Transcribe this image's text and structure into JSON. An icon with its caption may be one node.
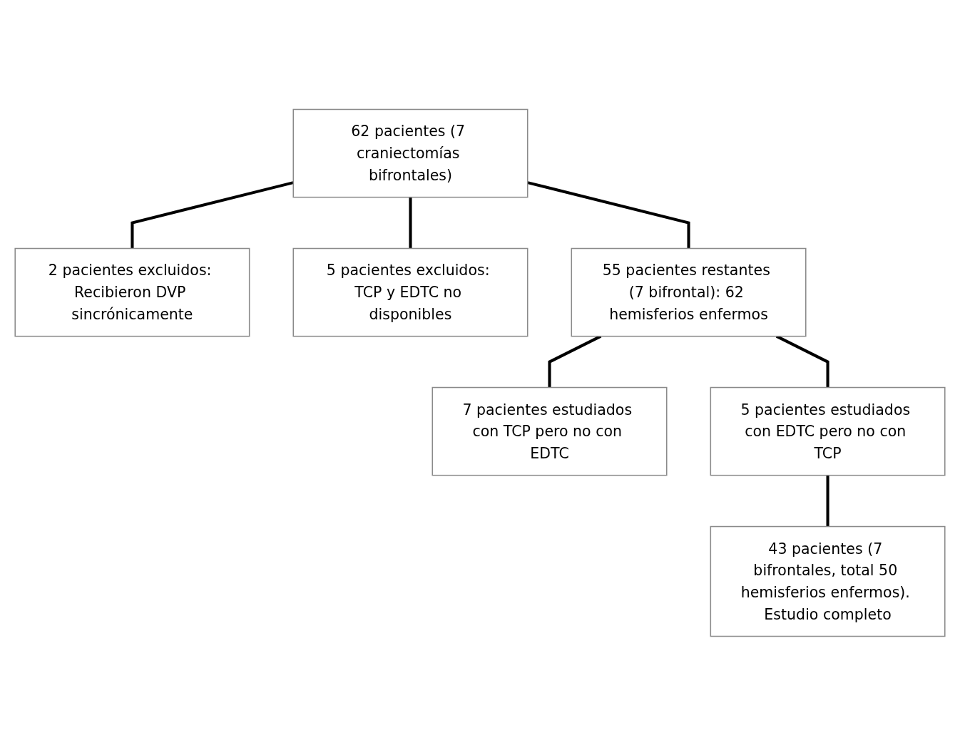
{
  "diagram": {
    "nodes": [
      {
        "text": [
          "62 pacientes (7 craniectomías bifrontales)"
        ]
      },
      {
        "text": [
          "2 pacientes excluidos: Recibieron DVP sincrónicamente"
        ]
      },
      {
        "text": [
          "5 pacientes excluidos: TCP y EDTC no disponibles"
        ]
      },
      {
        "text": [
          "55 pacientes restantes (7 bifrontal): 62 hemisferios enfermos"
        ]
      },
      {
        "text": [
          "7 pacientes estudiados con TCP pero no con EDTC"
        ]
      },
      {
        "text": [
          "5 pacientes estudiados con EDTC pero no con TCP"
        ]
      },
      {
        "text": [
          "43 pacientes (7 bifrontales, total 50 hemisferios enfermos). Estudio completo"
        ]
      }
    ],
    "edges": [
      {
        "from": 0,
        "to": 1,
        "arrow": "none"
      },
      {
        "from": 0,
        "to": 2,
        "arrow": "none"
      },
      {
        "from": 0,
        "to": 3,
        "arrow": "none"
      },
      {
        "from": 3,
        "to": 4,
        "arrow": "none"
      },
      {
        "from": 3,
        "to": 5,
        "arrow": "none"
      },
      {
        "from": 5,
        "to": 6,
        "arrow": "none"
      }
    ]
  }
}
